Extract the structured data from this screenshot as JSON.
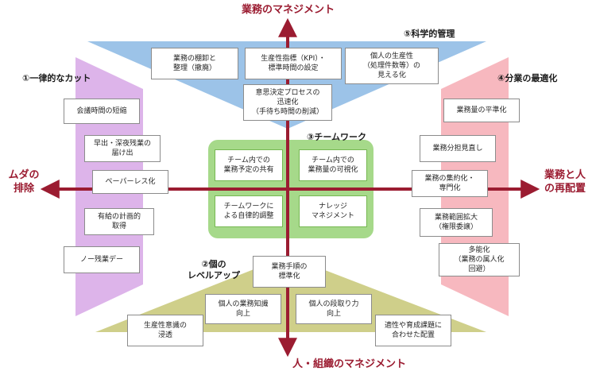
{
  "axes": {
    "top": "業務のマネジメント",
    "bottom": "人・組織のマネジメント",
    "left": "ムダの\n排除",
    "right": "業務と人\nの再配置"
  },
  "labels": {
    "science": "⑤科学的管理",
    "cut": "①一律的なカット",
    "optimize": "④分業の最適化",
    "team": "③チームワーク",
    "levelup": "②個の\nレベルアップ"
  },
  "top_items": [
    "業務の棚卸と\n整理（撤廃）",
    "生産性指標（KPI）・\n標準時間の設定",
    "個人の生産性\n（処理件数等）の\n見える化",
    "意思決定プロセスの\n迅速化\n（手待ち時間の削減）"
  ],
  "left_items": [
    "会議時間の短縮",
    "早出・深夜残業の\n届け出",
    "ペーパーレス化",
    "有給の計画的\n取得",
    "ノー残業デー"
  ],
  "right_items": [
    "業務量の平準化",
    "業務分担見直し",
    "業務の集約化・\n専門化",
    "業務範囲拡大\n（権限委譲）",
    "多能化\n（業務の属人化\n回避）"
  ],
  "team_items": [
    "チーム内での\n業務予定の共有",
    "チーム内での\n業務量の可視化",
    "チームワークに\nよる自律的調整",
    "ナレッジ\nマネジメント"
  ],
  "bottom_items": [
    "業務手順の\n標準化",
    "個人の業務知識\n向上",
    "個人の段取り力\n向上",
    "生産性意識の\n浸透",
    "適性や育成課題に\n合わせた配置"
  ],
  "colors": {
    "top_region": "#9cc3e8",
    "left_region": "#ddb4ea",
    "right_region": "#f7b8bf",
    "bottom_region": "#cfcf8a",
    "team_region": "#a6d98a",
    "team_border": "#76b852",
    "axis_color": "#9b1c31"
  }
}
